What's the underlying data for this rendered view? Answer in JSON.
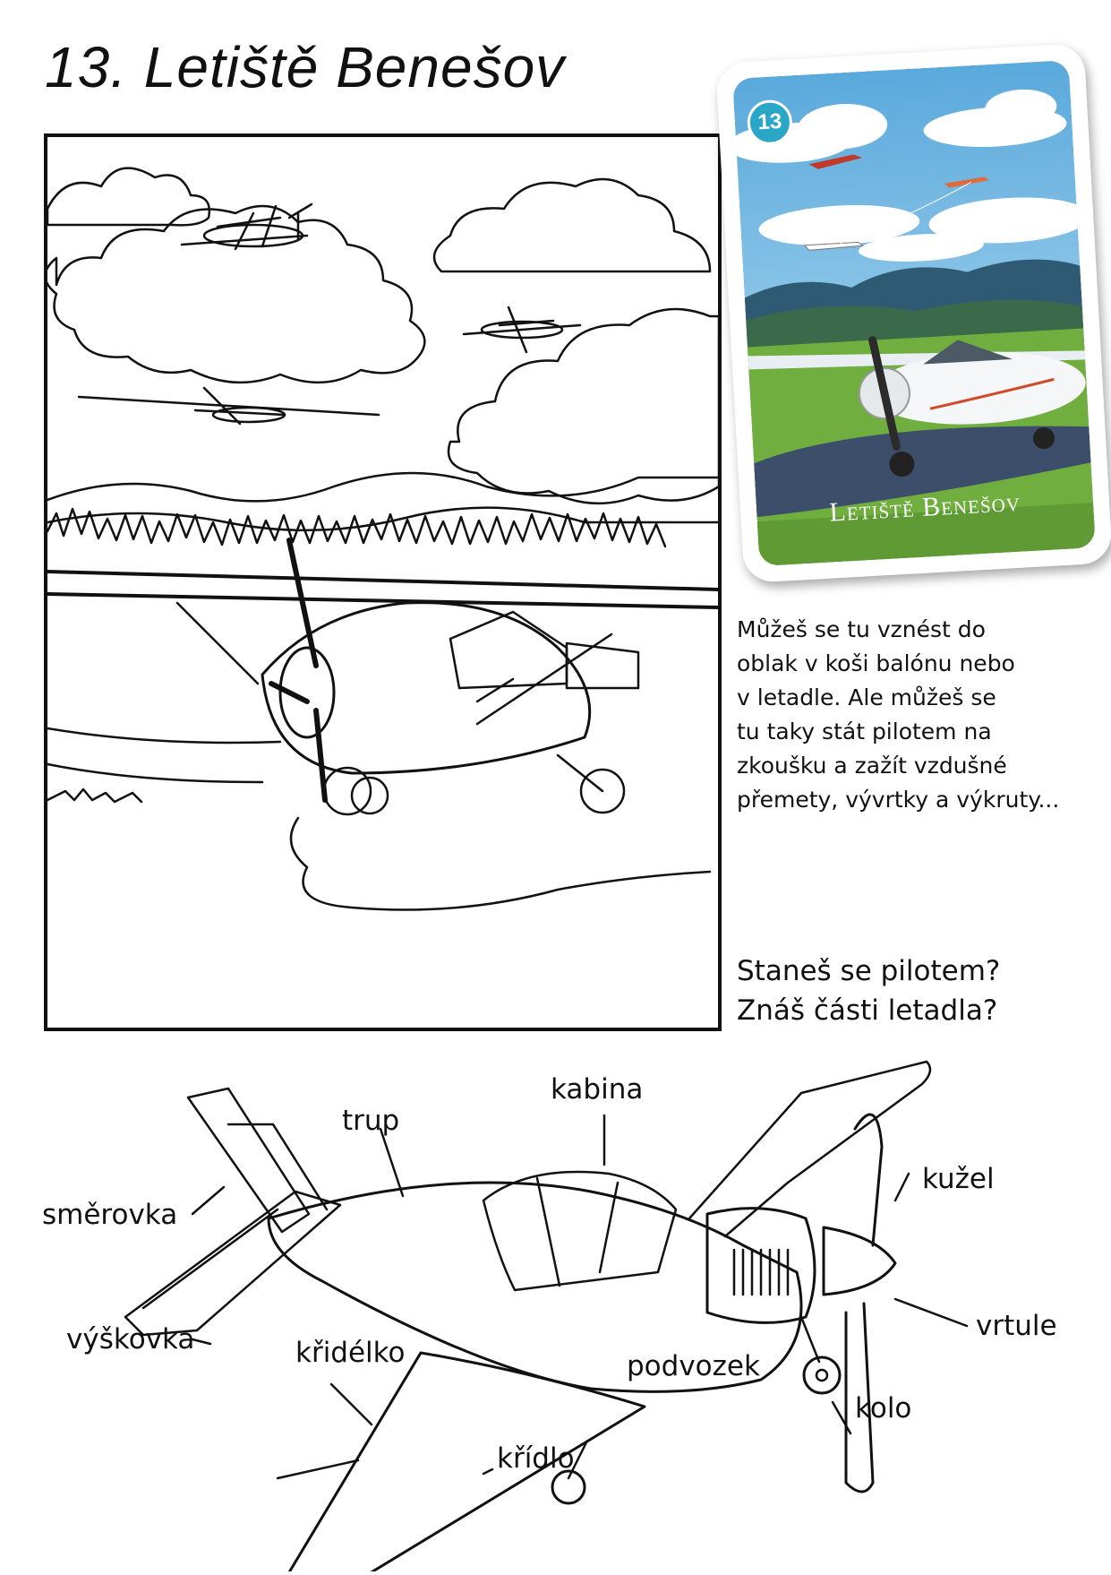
{
  "page": {
    "title": "13. Letiště Benešov"
  },
  "card": {
    "number": "13",
    "title": "Letiště Benešov",
    "colors": {
      "sky": "#7ec0e6",
      "hills": "#3b6a4a",
      "grass": "#6fae3f",
      "runway": "#3d4e6b",
      "badge": "#2aa6c7"
    }
  },
  "description": {
    "lines": [
      "Můžeš se tu vznést do",
      "oblak v koši balónu nebo",
      "v letadle. Ale můžeš se",
      "tu taky stát pilotem na",
      "zkoušku a zažít vzdušné",
      "přemety, vývrtky a výkruty..."
    ]
  },
  "question": {
    "lines": [
      "Staneš se pilotem?",
      "Znáš části letadla?"
    ]
  },
  "airplane_parts": {
    "trup": "trup",
    "kabina": "kabina",
    "kuzel": "kužel",
    "smerovka": "směrovka",
    "vrtule": "vrtule",
    "vyskovka": "výškovka",
    "kridelko": "křidélko",
    "podvozek": "podvozek",
    "kolo": "kolo",
    "kridlo": "křídlo"
  },
  "icons": [
    "coloring-scene-icon",
    "airplane-diagram-icon",
    "card-photo-icon"
  ]
}
